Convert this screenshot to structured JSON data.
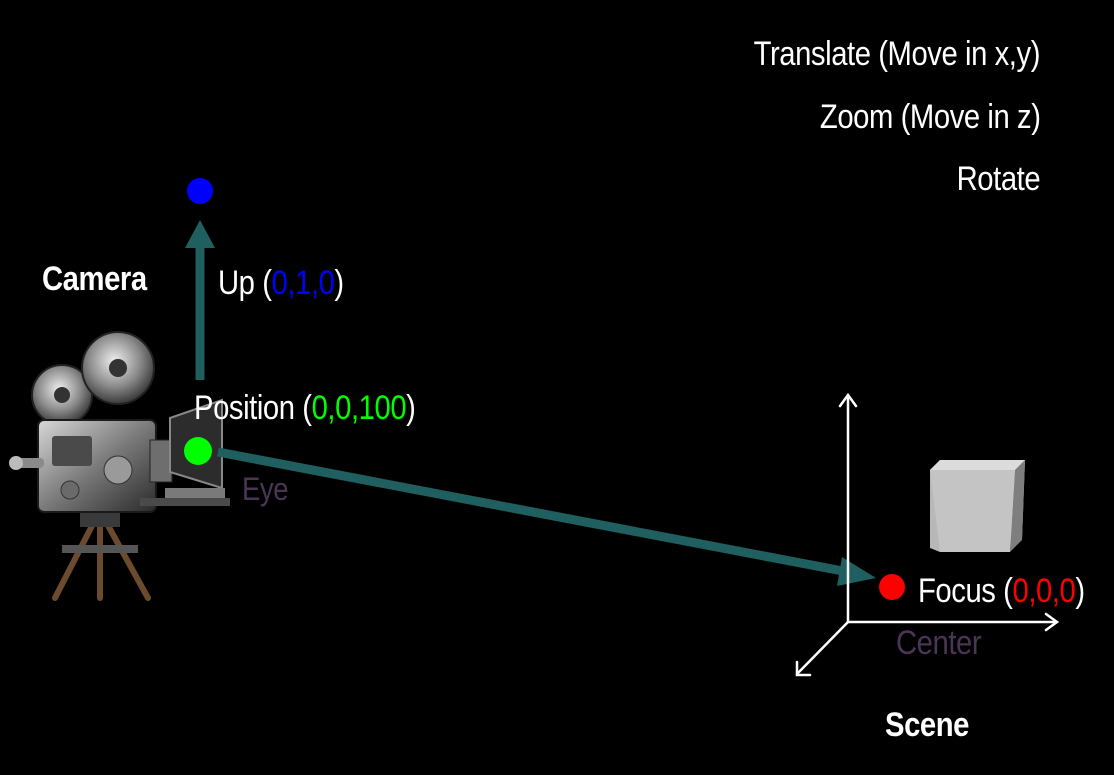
{
  "operations": [
    "Translate (Move in x,y)",
    "Zoom (Move in z)",
    "Rotate"
  ],
  "camera": {
    "heading": "Camera",
    "up": {
      "label": "Up",
      "open": "(",
      "value": "0,1,0",
      "close": ")"
    },
    "position": {
      "label": "Position",
      "open": "(",
      "value": "0,0,100",
      "close": ")"
    },
    "eye_label": "Eye"
  },
  "scene": {
    "heading": "Scene",
    "focus": {
      "label": "Focus",
      "open": "(",
      "value": "0,0,0",
      "close": ")"
    },
    "center_label": "Center"
  },
  "colors": {
    "background": "#000000",
    "arrow": "#1f5f5f",
    "up_point": "#0000ff",
    "eye_point": "#00ff00",
    "focus_point": "#ff0000",
    "muted_label": "#4a3554",
    "axes": "#ffffff"
  },
  "icons": [
    "movie-camera-icon",
    "cube-icon"
  ]
}
